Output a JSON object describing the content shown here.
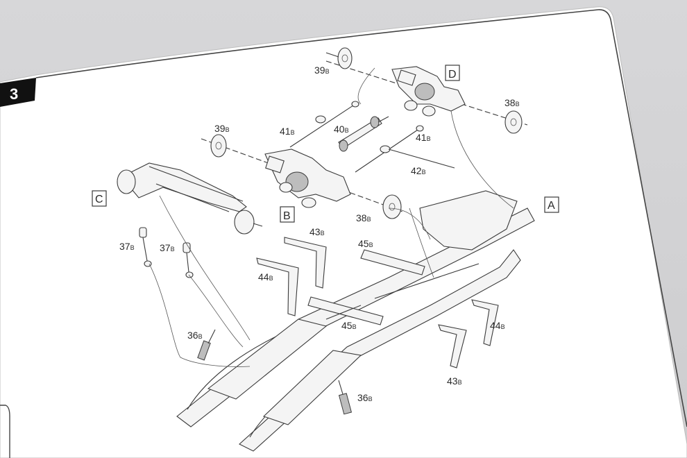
{
  "step": {
    "number": "3"
  },
  "assembly_labels": [
    {
      "id": "A",
      "text": "A"
    },
    {
      "id": "B",
      "text": "B"
    },
    {
      "id": "C",
      "text": "C"
    },
    {
      "id": "D",
      "text": "D"
    }
  ],
  "part_callouts": [
    {
      "num": "39",
      "suffix": "B"
    },
    {
      "num": "38",
      "suffix": "B"
    },
    {
      "num": "41",
      "suffix": "B"
    },
    {
      "num": "40",
      "suffix": "B"
    },
    {
      "num": "39",
      "suffix": "B"
    },
    {
      "num": "41",
      "suffix": "B"
    },
    {
      "num": "42",
      "suffix": "B"
    },
    {
      "num": "38",
      "suffix": "B"
    },
    {
      "num": "43",
      "suffix": "B"
    },
    {
      "num": "45",
      "suffix": "B"
    },
    {
      "num": "37",
      "suffix": "B"
    },
    {
      "num": "37",
      "suffix": "B"
    },
    {
      "num": "44",
      "suffix": "B"
    },
    {
      "num": "45",
      "suffix": "B"
    },
    {
      "num": "44",
      "suffix": "B"
    },
    {
      "num": "36",
      "suffix": "B"
    },
    {
      "num": "43",
      "suffix": "B"
    },
    {
      "num": "36",
      "suffix": "B"
    }
  ],
  "colors": {
    "page": "#ffffff",
    "background": "#cdcdcf",
    "ink": "#2a2a2a",
    "step_badge": "#111111"
  }
}
